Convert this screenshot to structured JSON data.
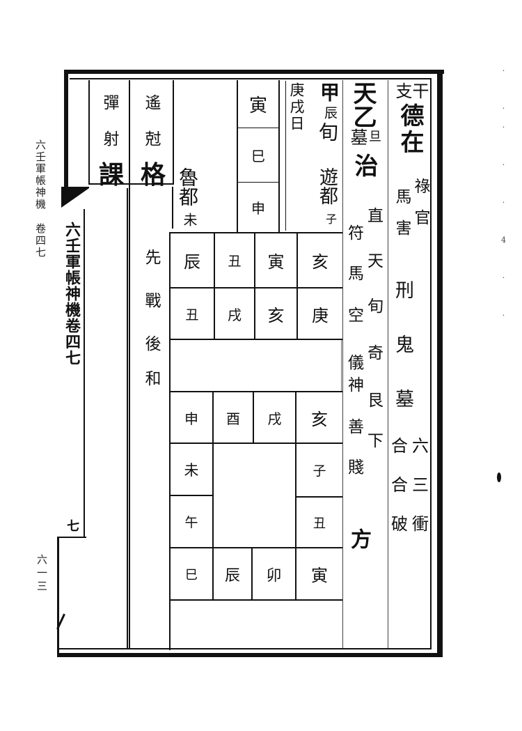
{
  "margin": {
    "book_title": "六壬軍帳神機",
    "volume": "卷四七",
    "page_number": "六一三",
    "spine_text": "六壬軍帳神機卷四七",
    "spine_end": "七"
  },
  "right_column": {
    "top_small_right": "干",
    "top_small_left": "支",
    "title": "德在",
    "line2_right": "祿官",
    "line2_left": "馬害",
    "main_chars": [
      "刑",
      "鬼",
      "墓"
    ],
    "right_sub": [
      "六",
      "三",
      "衝"
    ],
    "left_sub": [
      "合",
      "合",
      "破"
    ]
  },
  "second_column": {
    "title_big": "天乙",
    "title_small_mid": "墓",
    "title_small_side": "旦",
    "title_next": "治",
    "right_items": [
      "直",
      "天",
      "旬",
      "奇",
      "艮",
      "下"
    ],
    "left_items": [
      "符",
      "馬",
      "空",
      "儀",
      "神",
      "善",
      "賤"
    ],
    "bottom": "方"
  },
  "third_column": {
    "xun_top": "甲",
    "xun_small": "辰",
    "xun_bottom": "旬",
    "day_label": "庚戌日",
    "you_du": "遊都",
    "you_du_branch": "子",
    "lu_du": "魯都",
    "lu_du_branch": "未"
  },
  "san_chuan": {
    "items": [
      "寅",
      "巳",
      "申"
    ]
  },
  "si_ke": {
    "top_row": [
      "辰",
      "丑",
      "寅",
      "亥"
    ],
    "bottom_row": [
      "丑",
      "戌",
      "亥",
      "庚"
    ]
  },
  "tian_pan": {
    "top_row": [
      "申",
      "酉",
      "戌",
      "亥"
    ],
    "right_col": [
      "子",
      "丑"
    ],
    "bottom_row": [
      "巳",
      "辰",
      "卯",
      "寅"
    ],
    "left_col": [
      "未",
      "午"
    ]
  },
  "left_block": {
    "ge_label": [
      "遙",
      "尅",
      "格"
    ],
    "ke_label": [
      "彈",
      "射",
      "課"
    ],
    "verdict": [
      "先",
      "戰",
      "後",
      "和"
    ]
  }
}
